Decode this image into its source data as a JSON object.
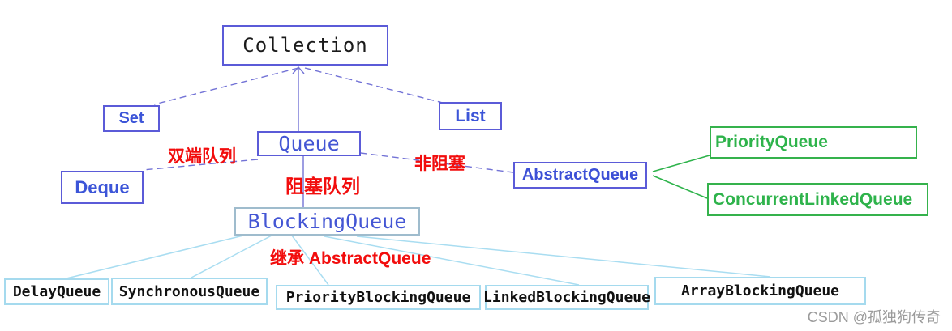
{
  "diagram": {
    "title_node": "Collection",
    "nodes": {
      "collection": {
        "label": "Collection"
      },
      "set": {
        "label": "Set"
      },
      "queue": {
        "label": "Queue"
      },
      "list": {
        "label": "List"
      },
      "deque": {
        "label": "Deque"
      },
      "abstract_queue": {
        "label": "AbstractQueue"
      },
      "priority_queue": {
        "label": "PriorityQueue"
      },
      "concurrent_linked_queue": {
        "label": "ConcurrentLinkedQueue"
      },
      "blocking_queue": {
        "label": "BlockingQueue"
      },
      "delay_queue": {
        "label": "DelayQueue"
      },
      "synchronous_queue": {
        "label": "SynchronousQueue"
      },
      "priority_blocking_queue": {
        "label": "PriorityBlockingQueue"
      },
      "linked_blocking_queue": {
        "label": "LinkedBlockingQueue"
      },
      "array_blocking_queue": {
        "label": "ArrayBlockingQueue"
      }
    },
    "edge_labels": {
      "deque_edge": "双端队列",
      "blocking_edge": "阻塞队列",
      "nonblocking_edge": "非阻塞",
      "inherit_edge": "继承 AbstractQueue"
    },
    "edges": [
      {
        "from": "collection",
        "to": "set"
      },
      {
        "from": "collection",
        "to": "queue"
      },
      {
        "from": "collection",
        "to": "list"
      },
      {
        "from": "queue",
        "to": "deque",
        "label": "双端队列"
      },
      {
        "from": "queue",
        "to": "blocking_queue",
        "label": "阻塞队列"
      },
      {
        "from": "queue",
        "to": "abstract_queue",
        "label": "非阻塞"
      },
      {
        "from": "abstract_queue",
        "to": "priority_queue"
      },
      {
        "from": "abstract_queue",
        "to": "concurrent_linked_queue"
      },
      {
        "from": "blocking_queue",
        "to": "delay_queue"
      },
      {
        "from": "blocking_queue",
        "to": "synchronous_queue"
      },
      {
        "from": "blocking_queue",
        "to": "priority_blocking_queue"
      },
      {
        "from": "blocking_queue",
        "to": "linked_blocking_queue"
      },
      {
        "from": "blocking_queue",
        "to": "array_blocking_queue"
      }
    ],
    "colors": {
      "node_border_blue": "#5b5bd8",
      "node_text_blue": "#3c55d8",
      "edge_blue": "#7373d6",
      "green": "#2eb34b",
      "cyan_border": "#a5daee",
      "cyan_edge": "#a9ddf1",
      "blocking_queue_border": "#9fbccd",
      "label_red": "#f20d0d",
      "watermark_gray": "#9b9b9b"
    },
    "watermark": "CSDN @孤独狗传奇"
  }
}
